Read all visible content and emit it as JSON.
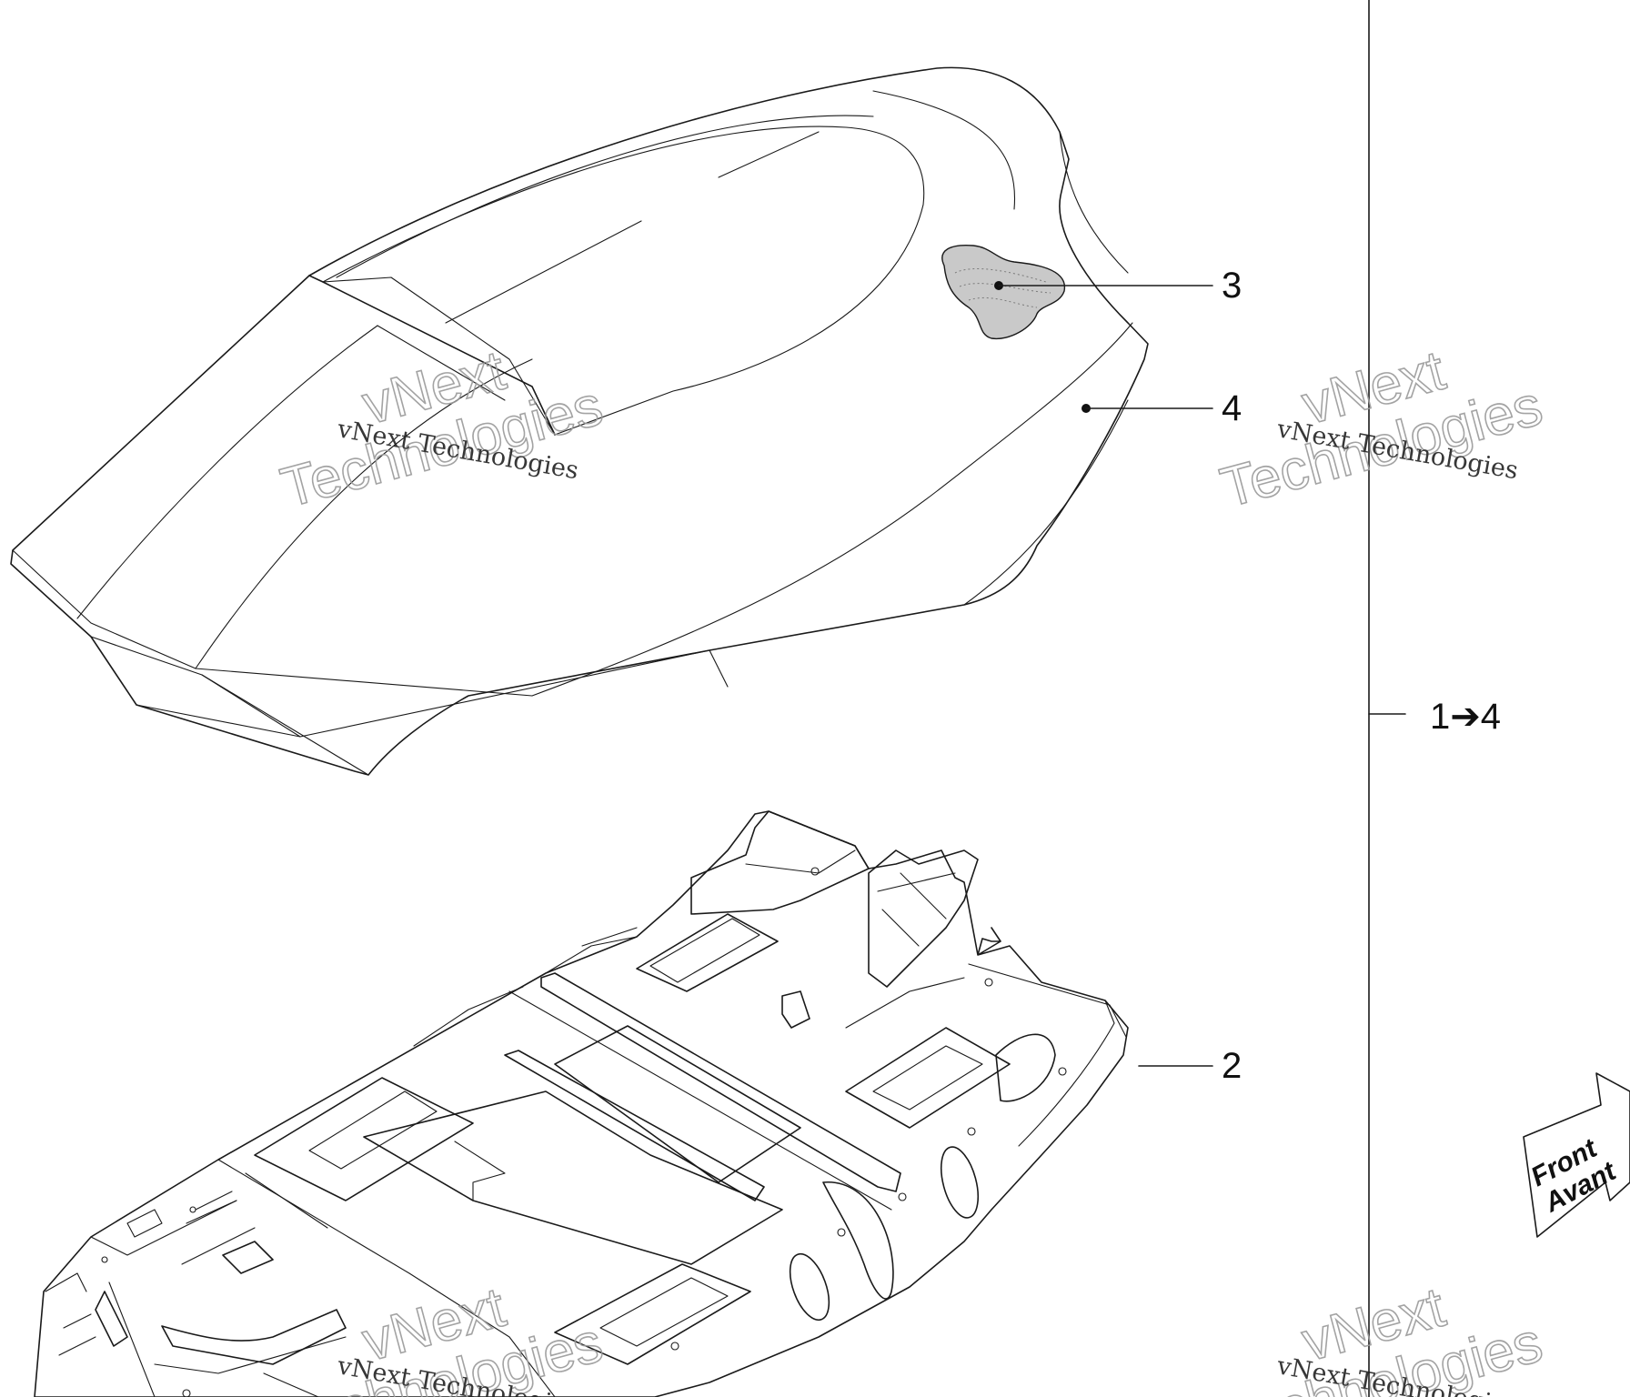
{
  "callouts": {
    "item_3": "3",
    "item_4": "4",
    "item_2": "2",
    "assembly": "1➔4"
  },
  "direction_badge": {
    "line1": "Front",
    "line2": "Avant"
  },
  "watermarks": {
    "brand_line": "vNext Technologies",
    "big_top": "vNext",
    "big_bottom": "Technologies"
  }
}
